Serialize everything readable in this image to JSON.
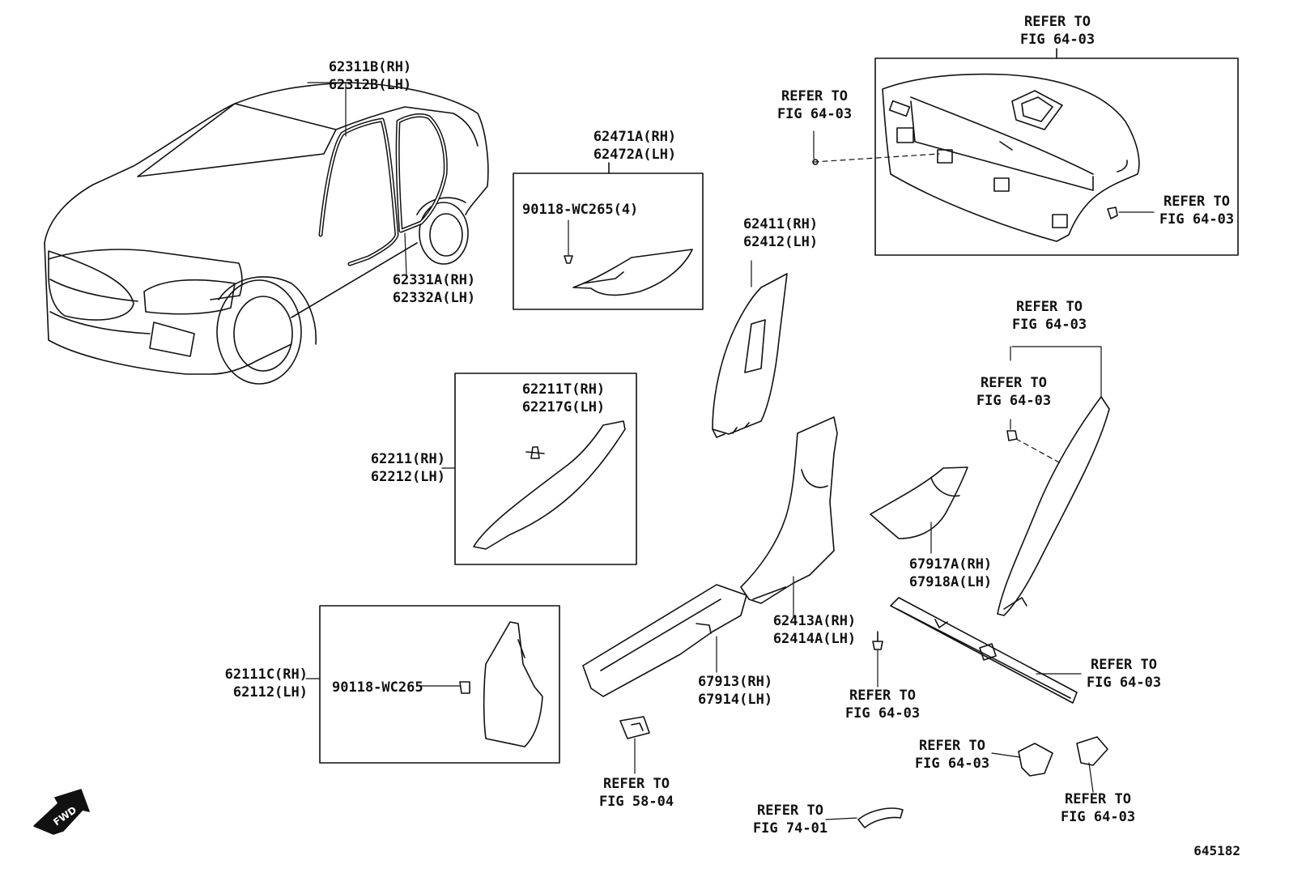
{
  "colors": {
    "ink": "#111111",
    "fill": "#ffffff",
    "background": "#ffffff"
  },
  "icons": {
    "fwd_arrow": "fwd-arrow-icon"
  },
  "labels": {
    "door_opening_trim": "62311B(RH)\n62312B(LH)",
    "door_weatherstrip": "62331A(RH)\n62332A(LH)",
    "rear_quarter_trim": "62471A(RH)\n62472A(LH)",
    "clip_4": "90118-WC265(4)",
    "b_pillar_upper": "62411(RH)\n62412(LH)",
    "a_pillar_clip": "62211T(RH)\n62217G(LH)",
    "a_pillar_trim": "62211(RH)\n62212(LH)",
    "cowl_side_trim": "62111C(RH)\n62112(LH)",
    "clip_1": "90118-WC265",
    "b_pillar_lower": "62413A(RH)\n62414A(LH)",
    "scuff_plate_rear": "67917A(RH)\n67918A(LH)",
    "scuff_plate_front": "67913(RH)\n67914(LH)",
    "ref_package_tray": "REFER TO\nFIG 64-03",
    "ref_tray_clip_left": "REFER TO\nFIG 64-03",
    "ref_tray_clip_right": "REFER TO\nFIG 64-03",
    "ref_c_pillar": "REFER TO\nFIG 64-03",
    "ref_c_pillar_clip": "REFER TO\nFIG 64-03",
    "ref_rear_sill": "REFER TO\nFIG 64-03",
    "ref_clip_bottom": "REFER TO\nFIG 64-03",
    "ref_switch": "REFER TO\nFIG 58-04",
    "ref_handle": "REFER TO\nFIG 74-01",
    "ref_small_panel": "REFER TO\nFIG 64-03",
    "ref_small_cover": "REFER TO\nFIG 64-03"
  },
  "diagram_no": "645182"
}
